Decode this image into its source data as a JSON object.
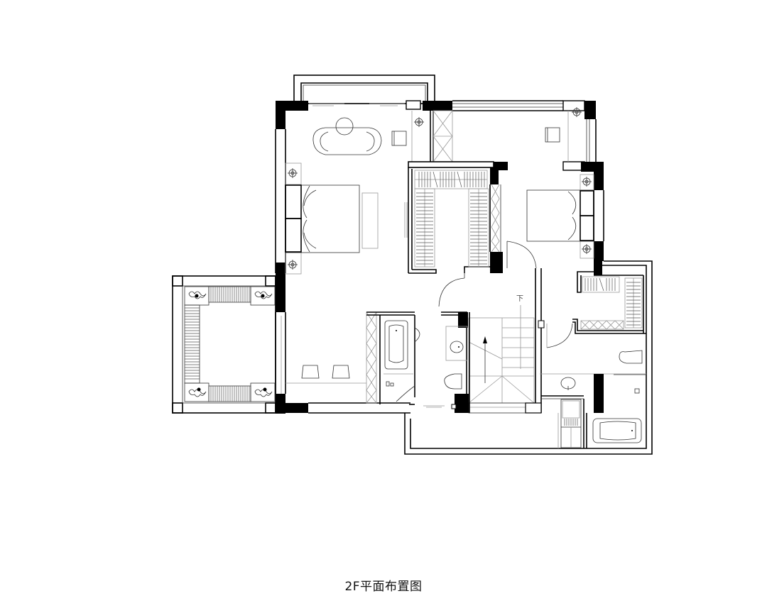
{
  "drawing": {
    "title": "2F平面布置图",
    "floor": "2F",
    "type": "floor-plan",
    "stair_label": "下",
    "colors": {
      "background": "#ffffff",
      "wall_fill": "#000000",
      "line": "#000000",
      "detail_line": "#999999"
    }
  },
  "rooms": [
    {
      "id": "master-bedroom",
      "items": [
        "double-bed",
        "bedside-table-left",
        "bedside-table-right",
        "bench",
        "lounge-sofa",
        "round-side-table",
        "armchair",
        "vanity-chairs"
      ]
    },
    {
      "id": "master-balcony",
      "items": [
        "bay-window"
      ]
    },
    {
      "id": "walk-in-closet",
      "items": [
        "wardrobe-u-shape"
      ]
    },
    {
      "id": "second-bedroom",
      "items": [
        "double-bed",
        "bedside-table-left",
        "bedside-table-right",
        "armchair"
      ]
    },
    {
      "id": "second-walk-in-closet",
      "items": [
        "wardrobe-l-shape"
      ]
    },
    {
      "id": "terrace",
      "items": [
        "planters-4",
        "wood-deck"
      ]
    },
    {
      "id": "master-bathroom",
      "items": [
        "bathtub",
        "shower-fixture"
      ]
    },
    {
      "id": "powder-room",
      "items": [
        "wash-basin",
        "toilet"
      ]
    },
    {
      "id": "staircase",
      "items": [
        "stairs-down"
      ]
    },
    {
      "id": "second-bathroom",
      "items": [
        "toilet",
        "wash-basin",
        "bathtub",
        "shower"
      ]
    },
    {
      "id": "laundry",
      "items": [
        "washer",
        "shelf"
      ]
    }
  ]
}
